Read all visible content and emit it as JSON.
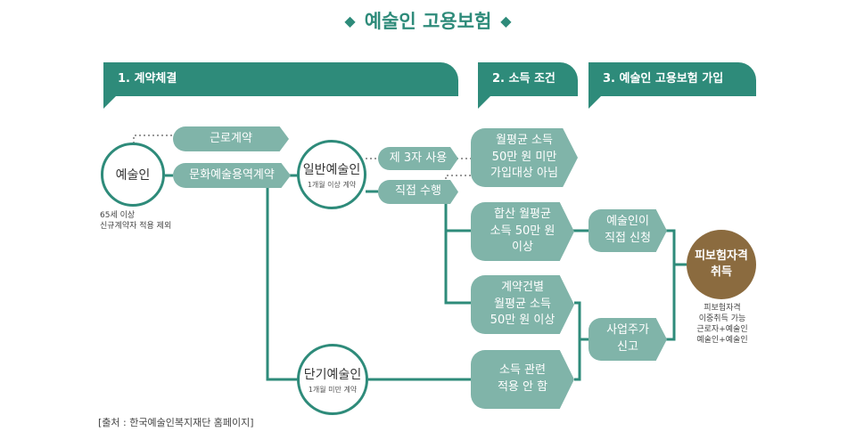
{
  "title": "예술인 고용보험",
  "title_marker_left": "◆",
  "title_marker_right": "◆",
  "headers": {
    "contract": "1. 계약체결",
    "income": "2. 소득 조건",
    "insurance": "3. 예술인 고용보험 가입"
  },
  "artist": {
    "label": "예술인",
    "note_line1": "65세 이상",
    "note_line2": "신규계약자 적용 제외"
  },
  "contracts": {
    "labor": "근로계약",
    "culture_art": "문화예술용역계약"
  },
  "general_artist": {
    "label": "일반예술인",
    "sub": "1개월 이상 계약"
  },
  "short_artist": {
    "label": "단기예술인",
    "sub": "1개월 미만 계약"
  },
  "usage": {
    "third_party": "제 3자 사용",
    "direct": "직접 수행"
  },
  "income_boxes": {
    "under_500k": [
      "월평균 소득",
      "50만 원 미만",
      "가입대상 아님"
    ],
    "combined_500k": [
      "합산 월평균",
      "소득 50만 원",
      "이상"
    ],
    "per_contract_500k": [
      "계약건별",
      "월평균 소득",
      "50만 원 이상"
    ],
    "no_income": [
      "소득 관련",
      "적용 안 함"
    ]
  },
  "apply": {
    "artist_direct": [
      "예술인이",
      "직접 신청"
    ],
    "employer_report": [
      "사업주가",
      "신고"
    ]
  },
  "result": {
    "label_line1": "피보험자격",
    "label_line2": "취득",
    "note": [
      "피보험자격",
      "이중취득 가능",
      "근로자+예술인",
      "예술인+예술인"
    ]
  },
  "source": "[출처 : 한국예술인복지재단 홈페이지]",
  "colors": {
    "primary": "#2e8b7a",
    "box": "#80b4a9",
    "result": "#8b6b3f",
    "dotted": "#999999"
  }
}
